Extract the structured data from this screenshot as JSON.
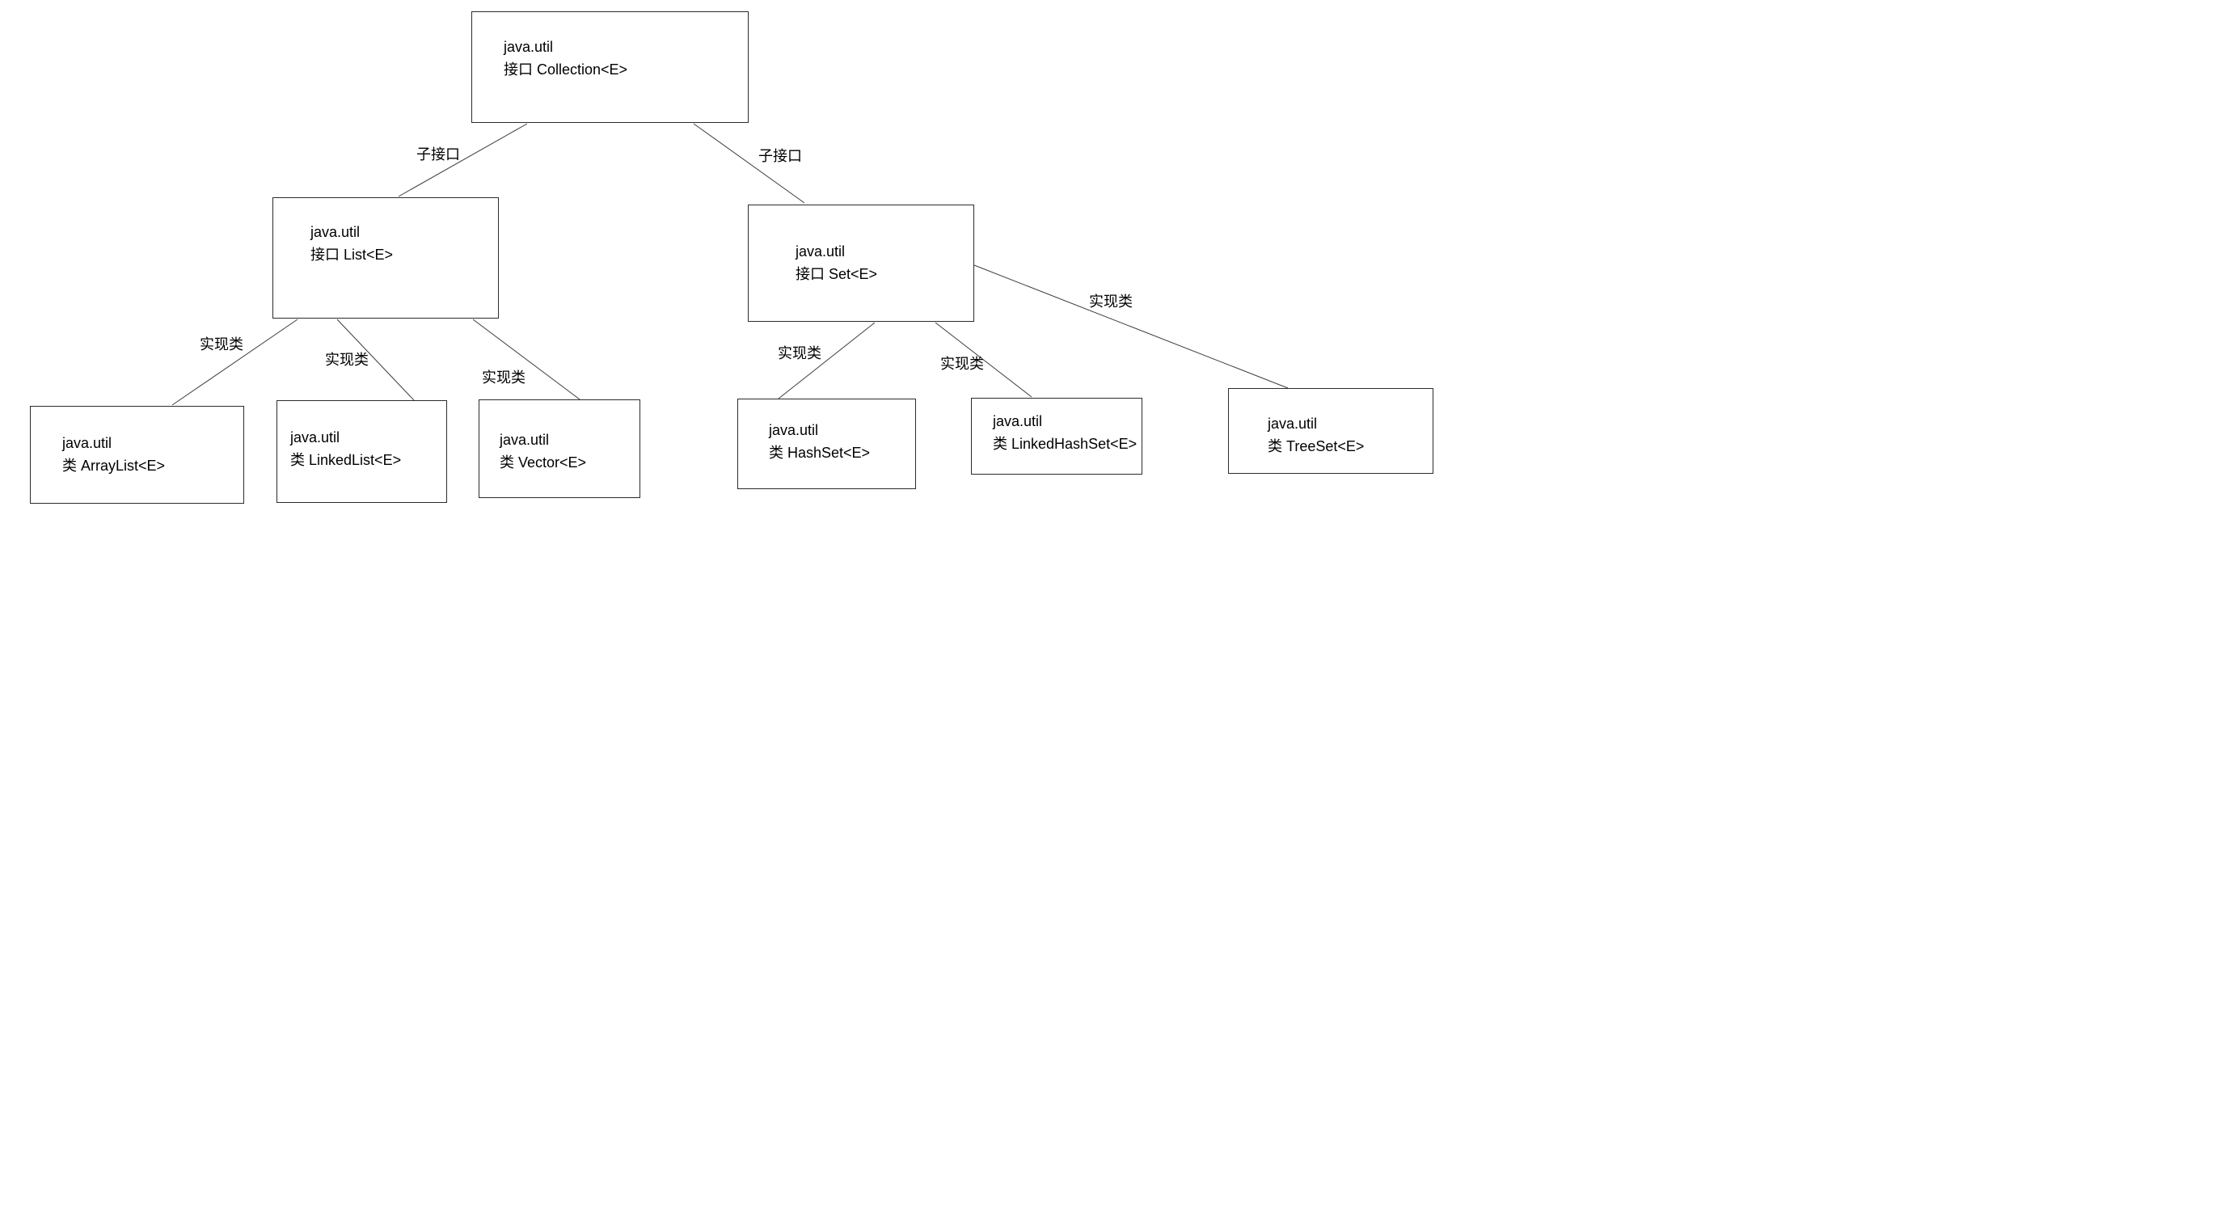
{
  "diagram": {
    "nodes": [
      {
        "id": "collection",
        "package": "java.util",
        "title": "接口 Collection<E>"
      },
      {
        "id": "list",
        "package": "java.util",
        "title": "接口 List<E>"
      },
      {
        "id": "set",
        "package": "java.util",
        "title": "接口 Set<E>"
      },
      {
        "id": "arraylist",
        "package": "java.util",
        "title": "类 ArrayList<E>"
      },
      {
        "id": "linkedlist",
        "package": "java.util",
        "title": "类 LinkedList<E>"
      },
      {
        "id": "vector",
        "package": "java.util",
        "title": "类 Vector<E>"
      },
      {
        "id": "hashset",
        "package": "java.util",
        "title": "类 HashSet<E>"
      },
      {
        "id": "linkedhashset",
        "package": "java.util",
        "title": "类 LinkedHashSet<E>"
      },
      {
        "id": "treeset",
        "package": "java.util",
        "title": "类 TreeSet<E>"
      }
    ],
    "edges": [
      {
        "from": "collection",
        "to": "list",
        "label": "子接口"
      },
      {
        "from": "collection",
        "to": "set",
        "label": "子接口"
      },
      {
        "from": "list",
        "to": "arraylist",
        "label": "实现类"
      },
      {
        "from": "list",
        "to": "linkedlist",
        "label": "实现类"
      },
      {
        "from": "list",
        "to": "vector",
        "label": "实现类"
      },
      {
        "from": "set",
        "to": "hashset",
        "label": "实现类"
      },
      {
        "from": "set",
        "to": "linkedhashset",
        "label": "实现类"
      },
      {
        "from": "set",
        "to": "treeset",
        "label": "实现类"
      }
    ]
  }
}
